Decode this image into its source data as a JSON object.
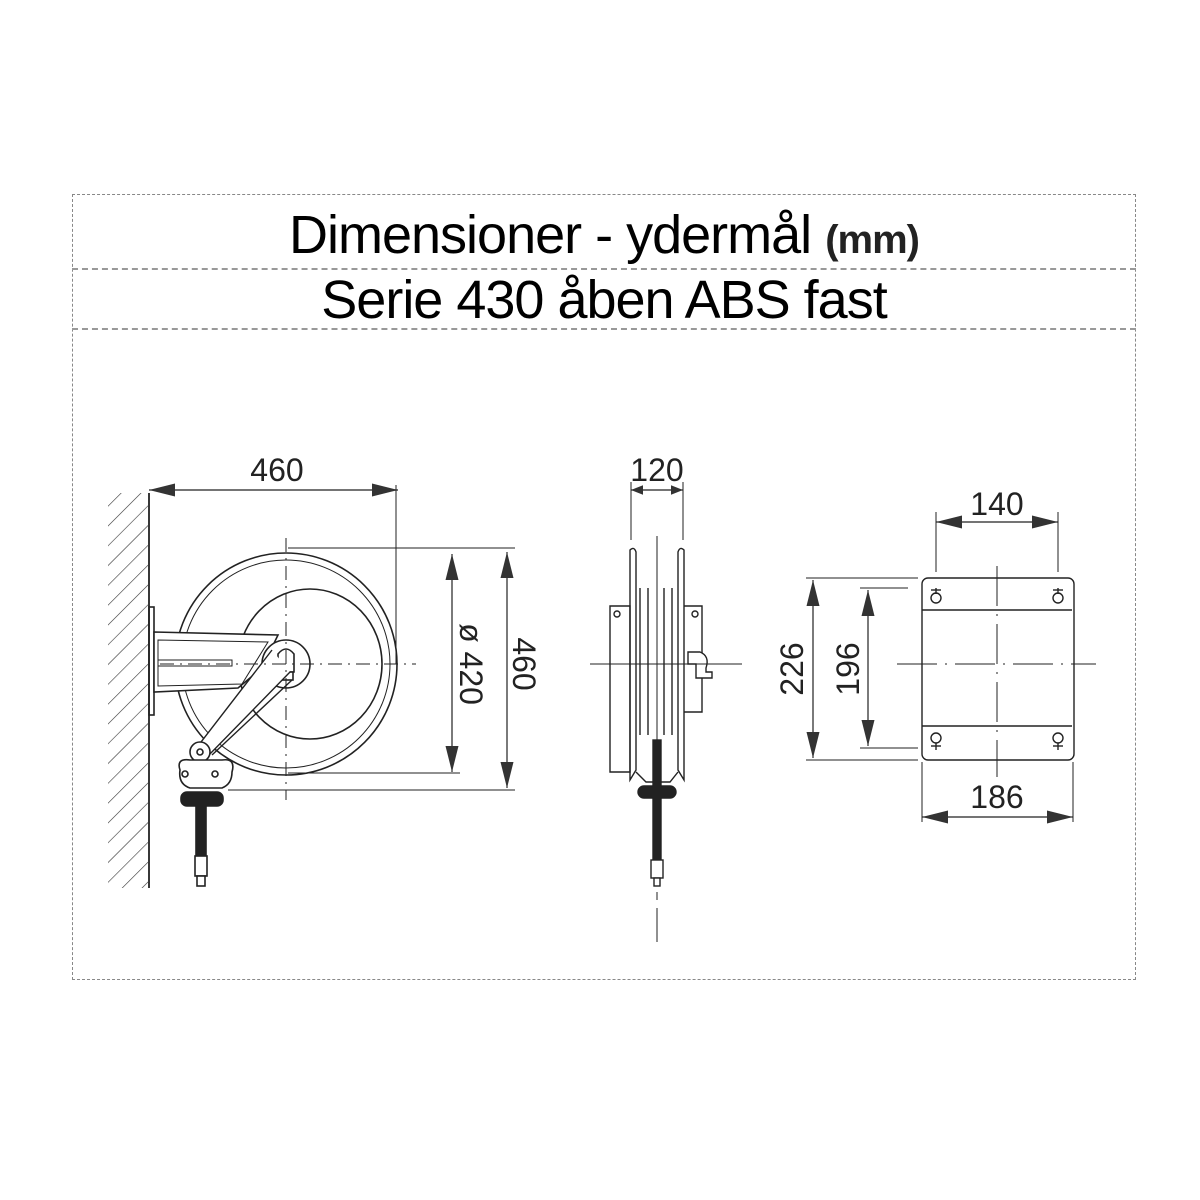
{
  "header": {
    "title": "Dimensioner - ydermål",
    "unit": "(mm)",
    "subtitle": "Serie 430 åben ABS fast"
  },
  "views": {
    "side_view": {
      "width_label": "460",
      "reel_diameter_label": "ø 420",
      "height_label": "460"
    },
    "front_view": {
      "width_label": "120"
    },
    "mounting_plate": {
      "hole_spacing_horizontal_label": "140",
      "plate_height_label": "226",
      "hole_spacing_vertical_label": "196",
      "plate_width_label": "186"
    }
  },
  "colors": {
    "line": "#222222",
    "background": "#ffffff",
    "hatch": "#333333"
  }
}
